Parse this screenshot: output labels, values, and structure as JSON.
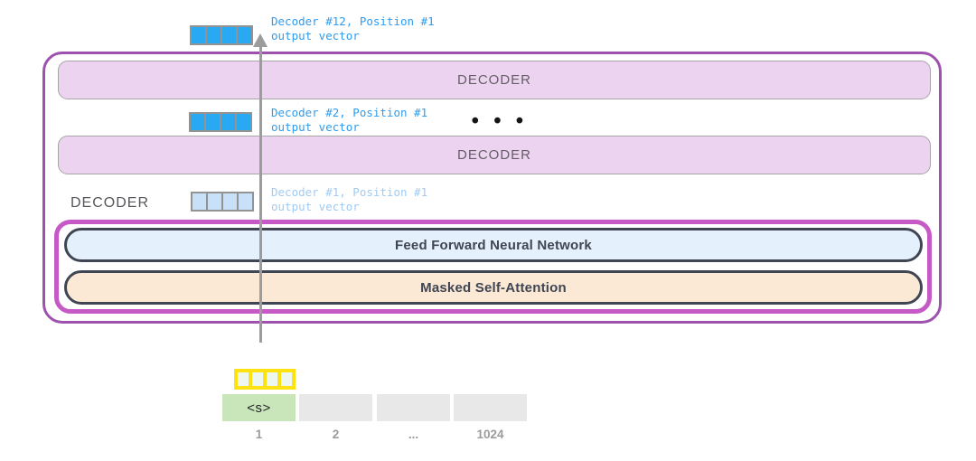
{
  "annotations": {
    "output12": {
      "line1": "Decoder #12, Position #1",
      "line2": "output vector"
    },
    "output2": {
      "line1": "Decoder #2, Position #1",
      "line2": "output vector"
    },
    "output1": {
      "line1": "Decoder #1, Position #1",
      "line2": "output vector"
    },
    "ellipsis": "•••"
  },
  "stack": {
    "decoder_top_label": "DECODER",
    "decoder_mid_label": "DECODER",
    "side_label": "DECODER",
    "ffnn_label": "Feed Forward Neural Network",
    "attention_label": "Masked Self-Attention"
  },
  "input": {
    "tokens": [
      "<s>",
      "",
      "",
      ""
    ],
    "positions": [
      "1",
      "2",
      "...",
      "1024"
    ]
  },
  "colors": {
    "outer_border": "#9d52ae",
    "inner_border": "#c659c6",
    "decoder_fill": "#ecd3ef",
    "ffnn_fill": "#e4f0fc",
    "attention_fill": "#fbe9d6",
    "pill_border": "#3f4552",
    "vector_blue": "#29a9f2",
    "vector_light_blue": "#c8e1f8",
    "vector_yellow_border": "#ffe211",
    "token_start_fill": "#c9e6bb",
    "token_empty_fill": "#e8e8e8",
    "label_blue": "#2d9cf0",
    "label_light_blue": "#9fcbf5",
    "arrow_gray": "#9c9c9c"
  }
}
